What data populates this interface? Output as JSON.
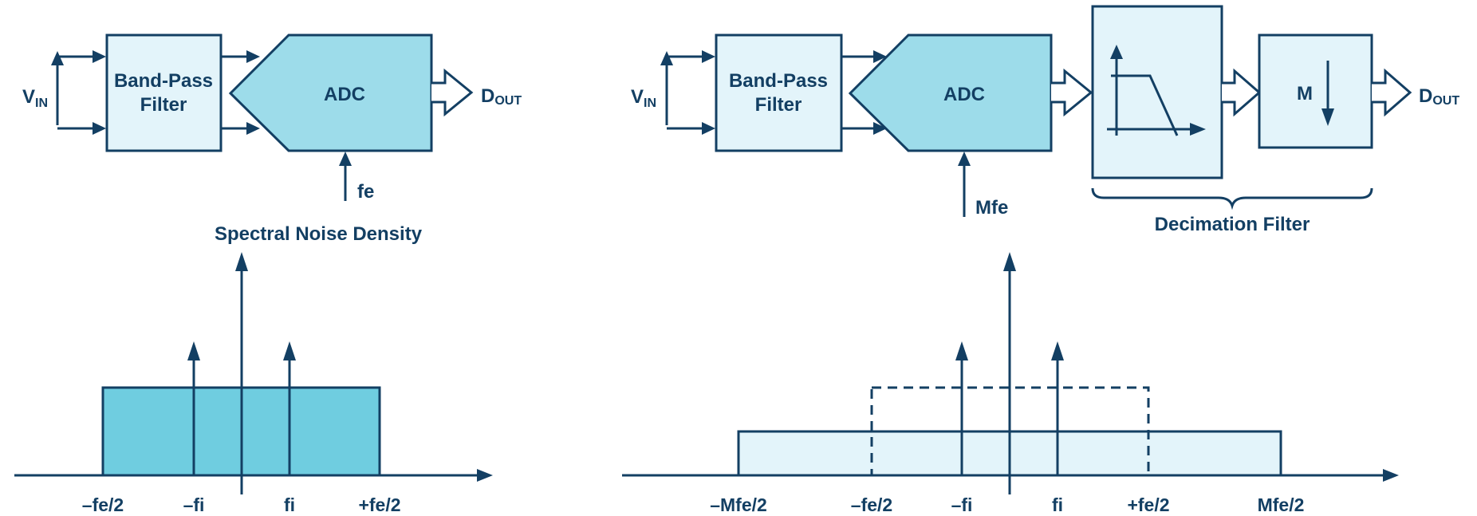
{
  "colors": {
    "stroke": "#133f63",
    "text": "#133f63",
    "block_fill": "#e3f4fa",
    "adc_fill": "#9ddcea",
    "spectrum_fill": "#6fcde0",
    "spectrum_fill_light": "#e3f4fa"
  },
  "left": {
    "vin_main": "V",
    "vin_sub": "IN",
    "bpf_line1": "Band-Pass",
    "bpf_line2": "Filter",
    "adc_label": "ADC",
    "dout_main": "D",
    "dout_sub": "OUT",
    "clock_label": "fe",
    "spectrum_title": "Spectral Noise Density",
    "ticks": [
      "–fe/2",
      "–fi",
      "fi",
      "+fe/2"
    ]
  },
  "right": {
    "vin_main": "V",
    "vin_sub": "IN",
    "bpf_line1": "Band-Pass",
    "bpf_line2": "Filter",
    "adc_label": "ADC",
    "clock_label": "Mfe",
    "decimator_label": "M",
    "dout_main": "D",
    "dout_sub": "OUT",
    "decimation_label": "Decimation Filter",
    "ticks": [
      "–Mfe/2",
      "–fe/2",
      "–fi",
      "fi",
      "+fe/2",
      "Mfe/2"
    ]
  }
}
